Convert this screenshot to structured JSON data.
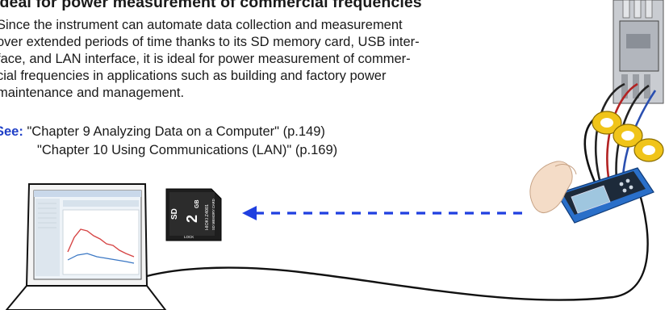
{
  "section": {
    "heading": "Ideal for power measurement of commercial frequencies"
  },
  "body_lines": [
    "Since the instrument can automate data collection and measurement",
    "over extended periods of time thanks to its SD memory card, USB inter-",
    "face, and LAN interface, it is ideal for power measurement of commer-",
    "cial frequencies in applications such as building and factory power",
    "maintenance and management."
  ],
  "see_also": {
    "label": "See:",
    "refs": [
      "\"Chapter 9  Analyzing Data on a Computer\" (p.149)",
      "\"Chapter 10  Using Communications (LAN)\" (p.169)"
    ]
  },
  "sd_card": {
    "capacity": "2",
    "unit": "GB",
    "brand": "HIOKI Z4001",
    "sub": "SD MEMORY CARD",
    "logo": "SD",
    "lock": "LOCK"
  },
  "icons": [
    "laptop-icon",
    "sd-card-icon",
    "power-analyzer-icon",
    "distribution-panel-icon",
    "hand-icon",
    "clamp-sensor-icon"
  ],
  "colors": {
    "arrow": "#1f3fe0",
    "see_label": "#1f3fc7",
    "sensor": "#f0c419",
    "instrument": "#2a6fc9"
  }
}
